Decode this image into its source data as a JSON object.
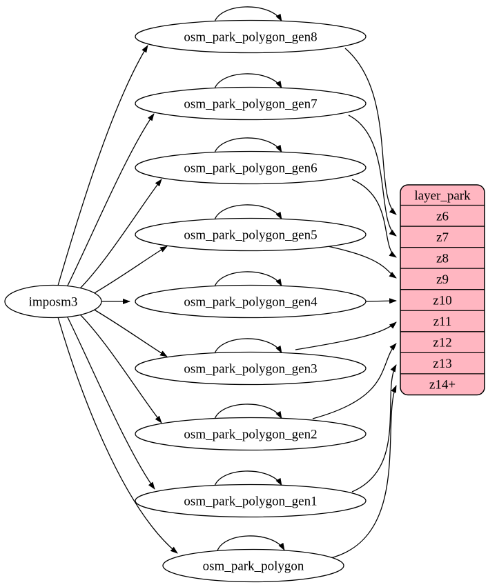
{
  "diagram": {
    "type": "dependency-graph",
    "background_color": "#ffffff",
    "edge_color": "#000000",
    "table_node_fill": "#ffffff",
    "table_node_stroke": "#000000",
    "source_node": {
      "label": "imposm3"
    },
    "table_nodes": [
      {
        "label": "osm_park_polygon_gen8"
      },
      {
        "label": "osm_park_polygon_gen7"
      },
      {
        "label": "osm_park_polygon_gen6"
      },
      {
        "label": "osm_park_polygon_gen5"
      },
      {
        "label": "osm_park_polygon_gen4"
      },
      {
        "label": "osm_park_polygon_gen3"
      },
      {
        "label": "osm_park_polygon_gen2"
      },
      {
        "label": "osm_park_polygon_gen1"
      },
      {
        "label": "osm_park_polygon"
      }
    ],
    "record_node": {
      "title": "layer_park",
      "fill": "#ffb6c1",
      "stroke": "#000000",
      "rows": [
        "z6",
        "z7",
        "z8",
        "z9",
        "z10",
        "z11",
        "z12",
        "z13",
        "z14+"
      ]
    },
    "edges": [
      {
        "from": "imposm3",
        "to": "osm_park_polygon_gen8",
        "type": "flow"
      },
      {
        "from": "imposm3",
        "to": "osm_park_polygon_gen7",
        "type": "flow"
      },
      {
        "from": "imposm3",
        "to": "osm_park_polygon_gen6",
        "type": "flow"
      },
      {
        "from": "imposm3",
        "to": "osm_park_polygon_gen5",
        "type": "flow"
      },
      {
        "from": "imposm3",
        "to": "osm_park_polygon_gen4",
        "type": "flow"
      },
      {
        "from": "imposm3",
        "to": "osm_park_polygon_gen3",
        "type": "flow"
      },
      {
        "from": "imposm3",
        "to": "osm_park_polygon_gen2",
        "type": "flow"
      },
      {
        "from": "imposm3",
        "to": "osm_park_polygon_gen1",
        "type": "flow"
      },
      {
        "from": "imposm3",
        "to": "osm_park_polygon",
        "type": "flow"
      },
      {
        "from": "osm_park_polygon_gen8",
        "to": "osm_park_polygon_gen8",
        "type": "self"
      },
      {
        "from": "osm_park_polygon_gen7",
        "to": "osm_park_polygon_gen7",
        "type": "self"
      },
      {
        "from": "osm_park_polygon_gen6",
        "to": "osm_park_polygon_gen6",
        "type": "self"
      },
      {
        "from": "osm_park_polygon_gen5",
        "to": "osm_park_polygon_gen5",
        "type": "self"
      },
      {
        "from": "osm_park_polygon_gen4",
        "to": "osm_park_polygon_gen4",
        "type": "self"
      },
      {
        "from": "osm_park_polygon_gen3",
        "to": "osm_park_polygon_gen3",
        "type": "self"
      },
      {
        "from": "osm_park_polygon_gen2",
        "to": "osm_park_polygon_gen2",
        "type": "self"
      },
      {
        "from": "osm_park_polygon_gen1",
        "to": "osm_park_polygon_gen1",
        "type": "self"
      },
      {
        "from": "osm_park_polygon",
        "to": "osm_park_polygon",
        "type": "self"
      },
      {
        "from": "osm_park_polygon_gen8",
        "to": "layer_park:z6",
        "type": "row"
      },
      {
        "from": "osm_park_polygon_gen7",
        "to": "layer_park:z7",
        "type": "row"
      },
      {
        "from": "osm_park_polygon_gen6",
        "to": "layer_park:z8",
        "type": "row"
      },
      {
        "from": "osm_park_polygon_gen5",
        "to": "layer_park:z9",
        "type": "row"
      },
      {
        "from": "osm_park_polygon_gen4",
        "to": "layer_park:z10",
        "type": "row"
      },
      {
        "from": "osm_park_polygon_gen3",
        "to": "layer_park:z11",
        "type": "row"
      },
      {
        "from": "osm_park_polygon_gen2",
        "to": "layer_park:z12",
        "type": "row"
      },
      {
        "from": "osm_park_polygon_gen1",
        "to": "layer_park:z13",
        "type": "row"
      },
      {
        "from": "osm_park_polygon",
        "to": "layer_park:z14+",
        "type": "row"
      }
    ]
  }
}
